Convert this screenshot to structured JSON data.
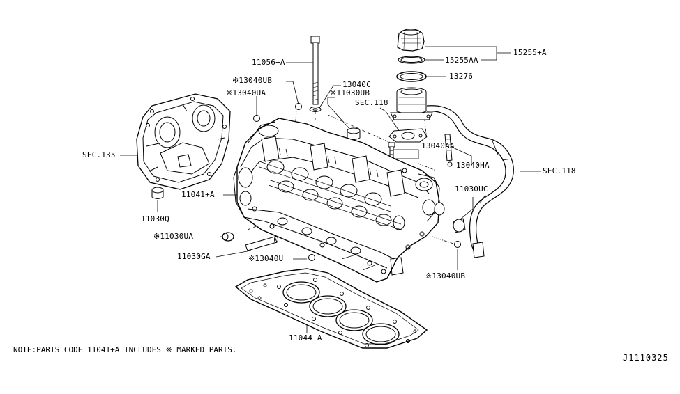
{
  "labels": {
    "p15255a": "15255+A",
    "p15255aa": "15255AA",
    "p13276": "13276",
    "p11056a": "11056+A",
    "p13040ub_top": "※13040UB",
    "p13040c": "13040C",
    "p13040ua": "※13040UA",
    "p11030ub": "※11030UB",
    "sec118_top": "SEC.118",
    "sec135": "SEC.135",
    "p13040aa": "13040AA",
    "p13040ha": "13040HA",
    "sec118_right": "SEC.118",
    "p11041a": "11041+A",
    "p11030uc": "11030UC",
    "p11030q": "11030Q",
    "p11030ua": "※11030UA",
    "p11030ga": "11030GA",
    "p13040u": "※13040U",
    "p13040ub_bottom": "※13040UB",
    "p11044a": "11044+A"
  },
  "note": "NOTE:PARTS CODE 11041+A INCLUDES ※ MARKED PARTS.",
  "diagram_code": "J1110325"
}
